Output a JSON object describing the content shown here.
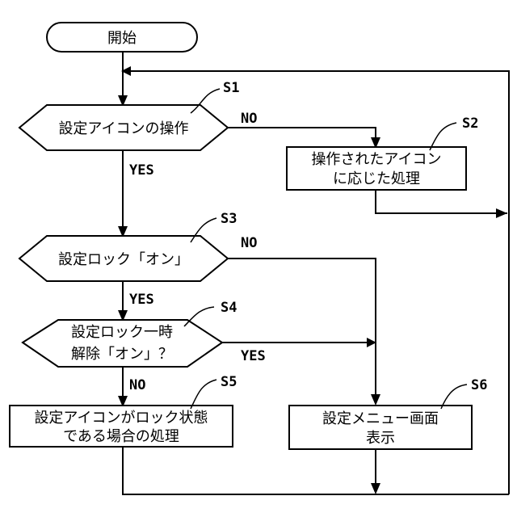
{
  "nodes": {
    "start": {
      "label": "開始"
    },
    "s1": {
      "label": "設定アイコンの操作",
      "step": "S1"
    },
    "s2": {
      "lines": [
        "操作されたアイコン",
        "に応じた処理"
      ],
      "step": "S2"
    },
    "s3": {
      "label": "設定ロック「オン」",
      "step": "S3"
    },
    "s4": {
      "lines": [
        "設定ロック一時",
        "解除「オン」？"
      ],
      "step": "S4"
    },
    "s5": {
      "lines": [
        "設定アイコンがロック状態",
        "である場合の処理"
      ],
      "step": "S5"
    },
    "s6": {
      "lines": [
        "設定メニュー画面",
        "表示"
      ],
      "step": "S6"
    }
  },
  "edges": {
    "s1_no": "NO",
    "s1_yes": "YES",
    "s3_no": "NO",
    "s3_yes": "YES",
    "s4_yes": "YES",
    "s4_no": "NO"
  }
}
